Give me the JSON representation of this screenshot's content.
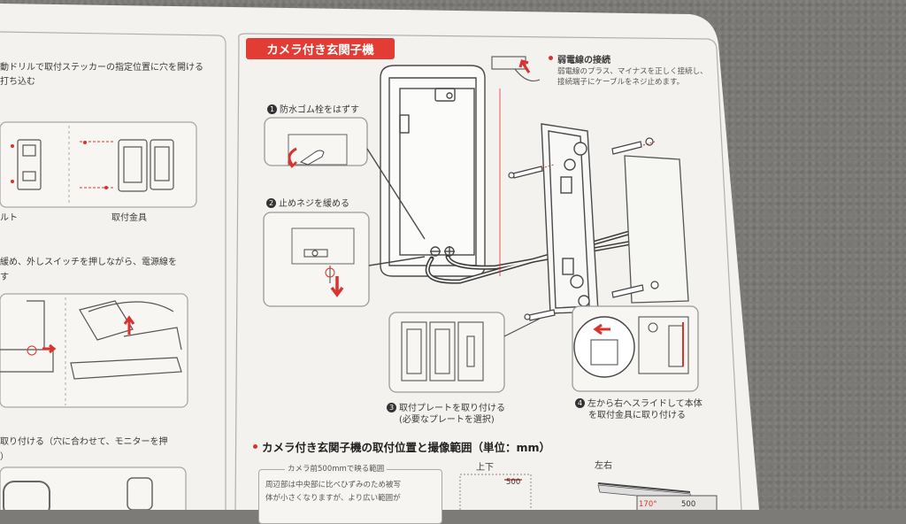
{
  "left_page": {
    "step_drill": "動ドリルで取付ステッカーの指定位置に穴を開ける",
    "step_drill_2": "打ち込む",
    "label_bolt": "ルト",
    "label_bracket": "取付金具",
    "step_release": "緩め、外しスイッチを押しながら、電源線を",
    "step_release_2": "す",
    "step_attach": "取り付ける（穴に合わせて、モニターを押",
    "step_attach_2": "）"
  },
  "main": {
    "section_title": "カメラ付き玄関子機",
    "step1_label": "防水ゴム栓をはずす",
    "step2_label": "止めネジを緩める",
    "step3_line1": "取付プレートを取り付ける",
    "step3_line2": "(必要なプレートを選択)",
    "step4_line1": "左から右へスライドして本体",
    "step4_line2": "を取付金具に取り付ける",
    "weak_title": "弱電線の接続",
    "weak_desc_1": "弱電線のプラス、マイナスを正しく接続し、",
    "weak_desc_2": "接続端子にケーブルをネジ止めます。",
    "range_title": "カメラ付き玄関子機の取付位置と撮像範囲（単位：mm）",
    "range_note_title": "カメラ前500mmで映る範囲",
    "range_note_1": "周辺部は中央部に比べひずみのため被写",
    "range_note_2": "体が小さくなりますが、より広い範囲が",
    "label_updown": "上下",
    "label_leftright": "左右",
    "dim_500a": "500",
    "dim_500b": "500",
    "dim_170": "170°",
    "num1": "1",
    "num2": "2",
    "num3": "3",
    "num4": "4"
  },
  "colors": {
    "accent": "#e23c35",
    "paper": "#f3f2ef",
    "line": "#4a4a4a"
  }
}
